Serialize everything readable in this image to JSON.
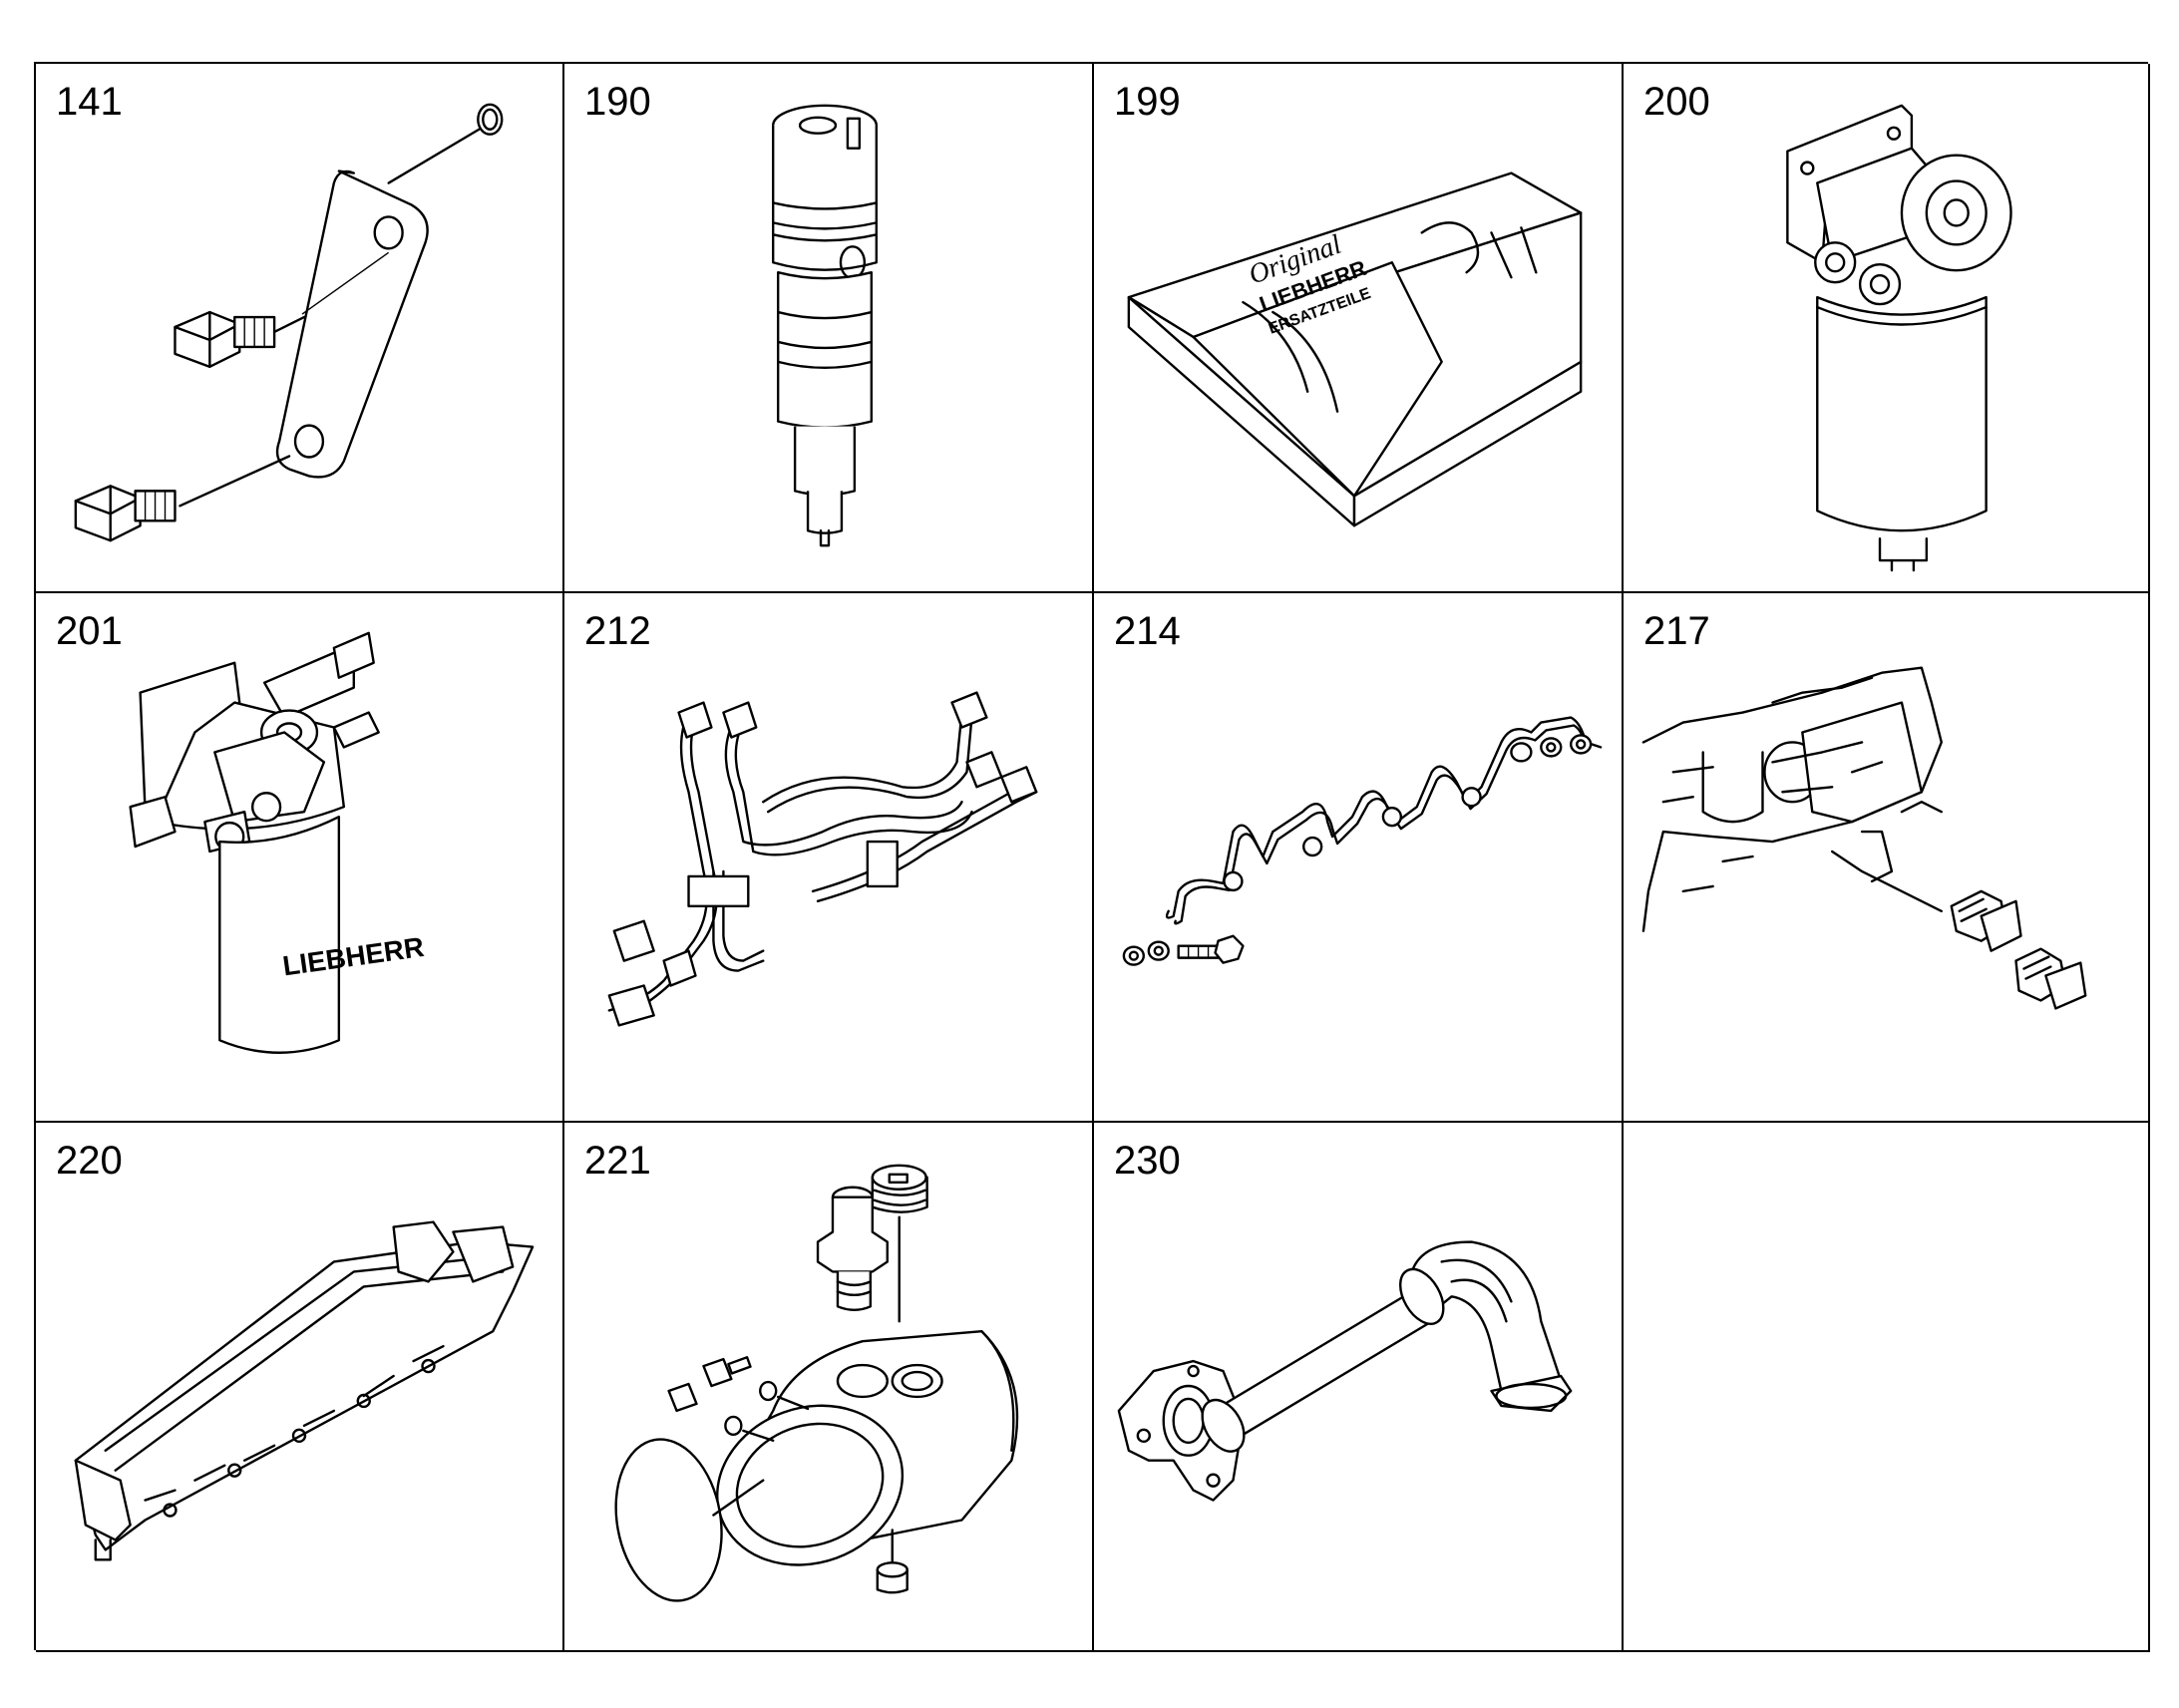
{
  "parts": [
    {
      "number": "141",
      "icon": "bracket-with-bolts-icon"
    },
    {
      "number": "190",
      "icon": "injector-nozzle-icon"
    },
    {
      "number": "199",
      "icon": "original-spare-parts-box-icon",
      "box_text": [
        "Original",
        "LIEBHERR",
        "ERSATZTEILE"
      ]
    },
    {
      "number": "200",
      "icon": "fuel-filter-with-bracket-icon"
    },
    {
      "number": "201",
      "icon": "fuel-filter-head-icon",
      "brand_text": "LIEBHERR"
    },
    {
      "number": "212",
      "icon": "fuel-lines-icon"
    },
    {
      "number": "214",
      "icon": "injection-line-icon"
    },
    {
      "number": "217",
      "icon": "screw-fittings-icon"
    },
    {
      "number": "220",
      "icon": "intake-manifold-icon"
    },
    {
      "number": "221",
      "icon": "pipe-housing-icon"
    },
    {
      "number": "230",
      "icon": "exhaust-elbow-pipe-icon"
    },
    {
      "number": "",
      "icon": ""
    }
  ]
}
